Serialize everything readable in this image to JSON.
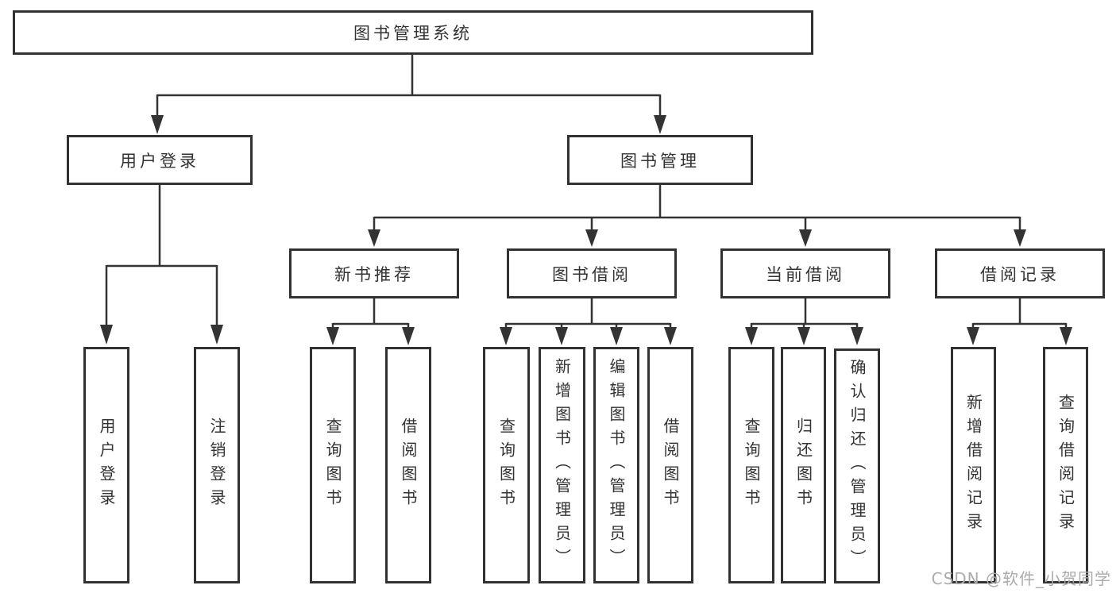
{
  "nodes": {
    "root": "图书管理系统",
    "user_login": "用户登录",
    "book_mgmt": "图书管理",
    "new_book_rec": "新书推荐",
    "book_borrow": "图书借阅",
    "current_borrow": "当前借阅",
    "borrow_record": "借阅记录",
    "ul_user_login": "用户登录",
    "ul_logout": "注销登录",
    "nb_query_book": "查询图书",
    "nb_borrow_book": "借阅图书",
    "bb_query_book": "查询图书",
    "bb_add_book": "新增图书（管理员）",
    "bb_edit_book": "编辑图书（管理员）",
    "bb_borrow_book": "借阅图书",
    "cb_query_book": "查询图书",
    "cb_return_book": "归还图书",
    "cb_confirm_return": "确认归还（管理员）",
    "br_add_record": "新增借阅记录",
    "br_query_record": "查询借阅记录"
  },
  "hierarchy": {
    "图书管理系统": {
      "用户登录": [
        "用户登录",
        "注销登录"
      ],
      "图书管理": {
        "新书推荐": [
          "查询图书",
          "借阅图书"
        ],
        "图书借阅": [
          "查询图书",
          "新增图书（管理员）",
          "编辑图书（管理员）",
          "借阅图书"
        ],
        "当前借阅": [
          "查询图书",
          "归还图书",
          "确认归还（管理员）"
        ],
        "借阅记录": [
          "新增借阅记录",
          "查询借阅记录"
        ]
      }
    }
  },
  "watermark": "CSDN @软件_小贺同学",
  "colors": {
    "line": "#333333",
    "box_border": "#323232",
    "text": "#333333",
    "background": "#ffffff",
    "watermark_text": "#ababab"
  }
}
